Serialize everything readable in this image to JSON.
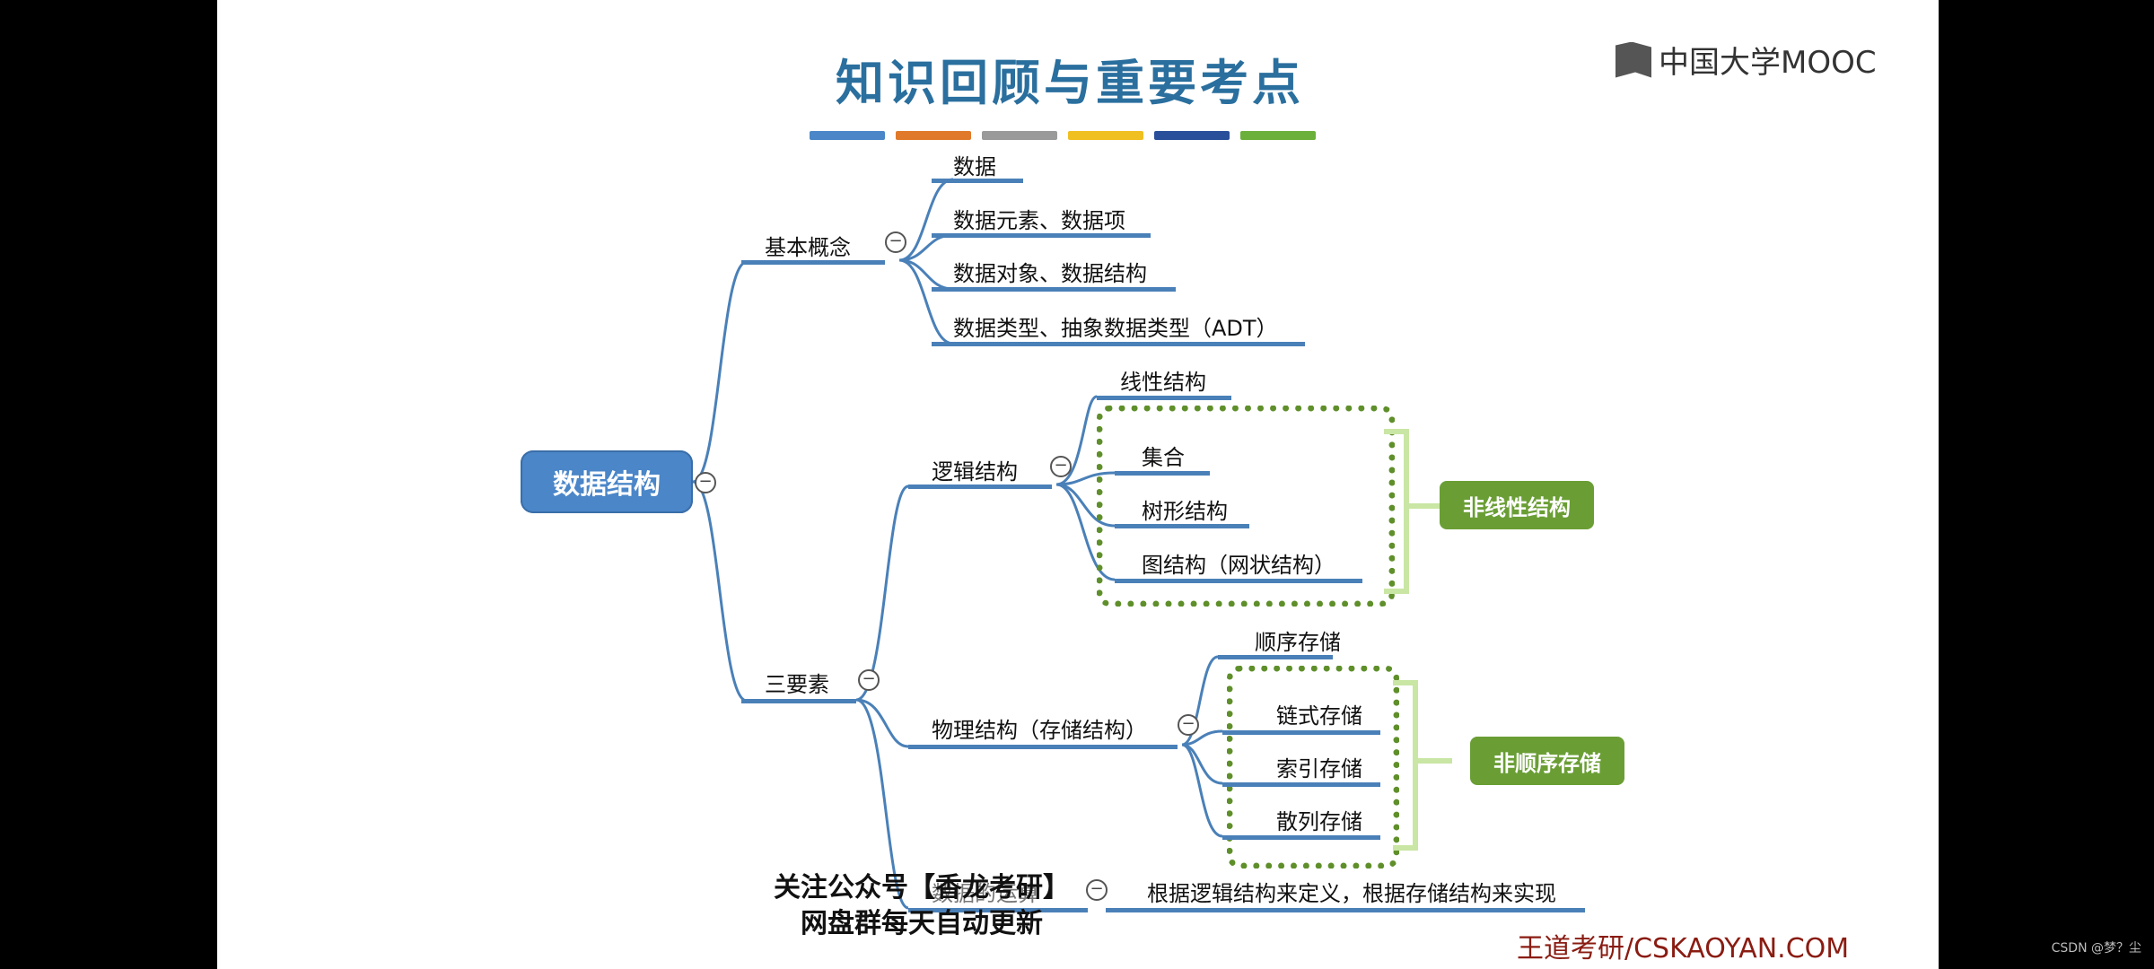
{
  "title": "知识回顾与重要考点",
  "logo": "中国大学MOOC",
  "color_bars": [
    "#4a86c8",
    "#e07a2a",
    "#9a9a9a",
    "#f0c020",
    "#2a4f9a",
    "#6ab03a"
  ],
  "root": "数据结构",
  "basic": {
    "label": "基本概念",
    "items": [
      "数据",
      "数据元素、数据项",
      "数据对象、数据结构",
      "数据类型、抽象数据类型（ADT）"
    ]
  },
  "three": {
    "label": "三要素",
    "logical": {
      "label": "逻辑结构",
      "items": [
        "线性结构",
        "集合",
        "树形结构",
        "图结构（网状结构）"
      ],
      "tag": "非线性结构"
    },
    "physical": {
      "label": "物理结构（存储结构）",
      "items": [
        "顺序存储",
        "链式存储",
        "索引存储",
        "散列存储"
      ],
      "tag": "非顺序存储"
    },
    "ops": {
      "label": "数据的运算",
      "desc": "根据逻辑结构来定义，根据存储结构来实现"
    }
  },
  "overlay": {
    "line1": "关注公众号【香龙考研】",
    "line2": "网盘群每天自动更新"
  },
  "footer": "王道考研/CSKAOYAN.COM",
  "watermark": "CSDN @梦？尘"
}
